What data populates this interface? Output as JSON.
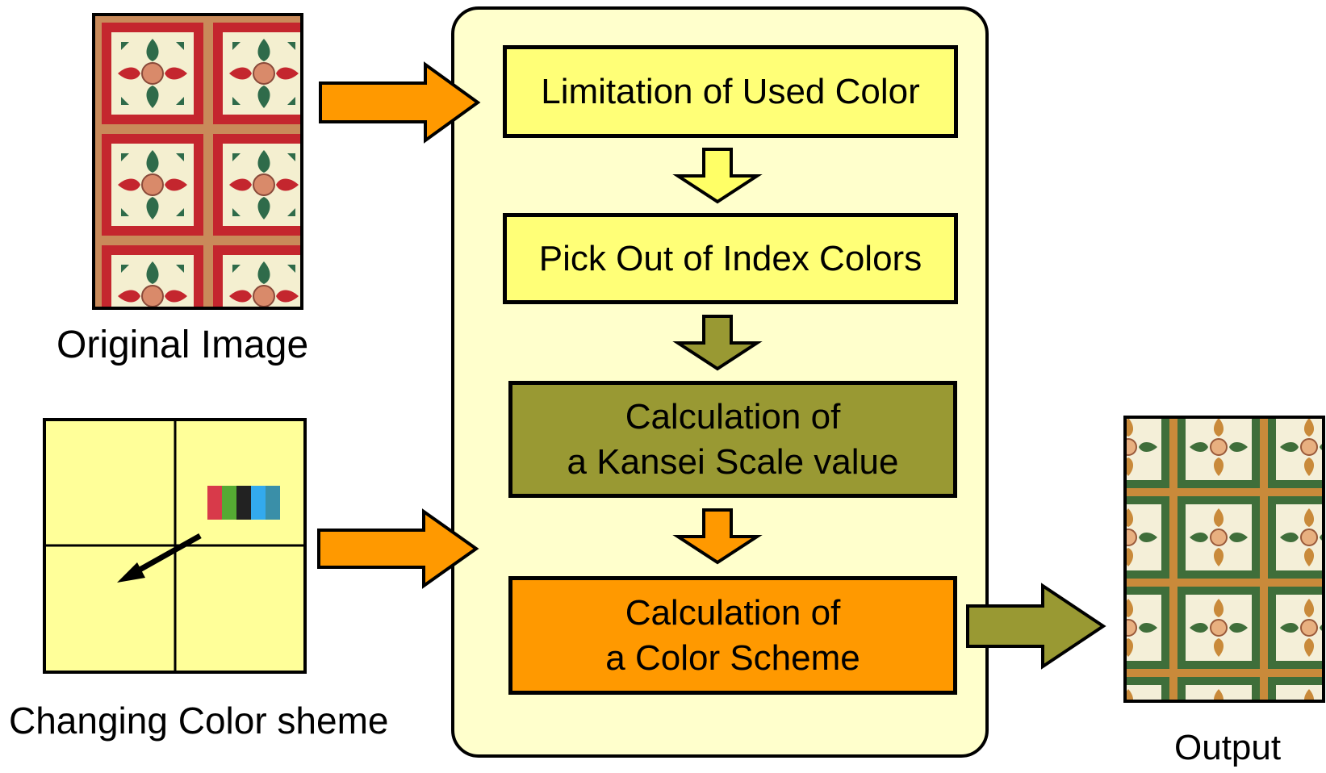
{
  "labels": {
    "original_image": "Original Image",
    "changing_color_scheme": "Changing Color sheme",
    "output": "Output"
  },
  "process_steps": [
    {
      "id": "limitation",
      "text": "Limitation of Used Color",
      "fill": "#ffff77"
    },
    {
      "id": "pick-out",
      "text": "Pick Out of Index Colors",
      "fill": "#ffff77"
    },
    {
      "id": "kansei",
      "text": "Calculation of\na Kansei Scale value",
      "fill": "#999933"
    },
    {
      "id": "color-scheme",
      "text": "Calculation of\na Color Scheme",
      "fill": "#ff9900"
    }
  ],
  "colors": {
    "panel_fill": "#ffffcc",
    "input_arrow": "#ff9900",
    "output_arrow": "#999933",
    "down_arrow_1": "#ffff66",
    "down_arrow_2": "#999933",
    "down_arrow_3": "#ff9900",
    "map_fill": "#ffff99",
    "palette_swatches": [
      "#d83a4a",
      "#55aa33",
      "#222222",
      "#33aaee",
      "#3a8fa8"
    ]
  }
}
